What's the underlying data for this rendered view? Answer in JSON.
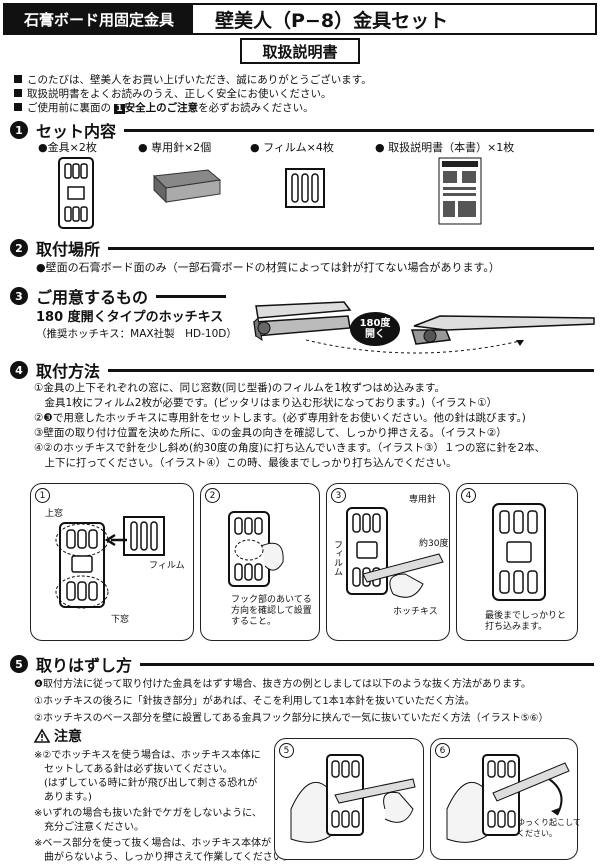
{
  "header": {
    "category": "石膏ボード用固定金具",
    "product": "壁美人（P−8）金具セット",
    "subtitle": "取扱説明書"
  },
  "intro": {
    "line1": "このたびは、壁美人をお買い上げいただき、誠にありがとうございます。",
    "line2": "取扱説明書をよくお読みのうえ、正しく安全にお使いください。",
    "line3_pre": "ご使用前に裏面の",
    "line3_badge": "1",
    "line3_bold": "安全上のご注意",
    "line3_post": "を必ずお読みください。"
  },
  "sections": {
    "s1": {
      "num": "1",
      "title": "セット内容"
    },
    "s2": {
      "num": "2",
      "title": "取付場所"
    },
    "s3": {
      "num": "3",
      "title": "ご用意するもの"
    },
    "s4": {
      "num": "4",
      "title": "取付方法"
    },
    "s5": {
      "num": "5",
      "title": "取りはずし方"
    }
  },
  "set_items": [
    {
      "label": "●金具×2枚"
    },
    {
      "label": "● 専用針×2個"
    },
    {
      "label": "● フィルム×4枚"
    },
    {
      "label": "● 取扱説明書（本書）×1枚"
    }
  ],
  "location_text": "●壁面の石膏ボード面のみ（一部石膏ボードの材質によっては針が打てない場合があります。）",
  "tools": {
    "title": "180 度開くタイプのホッチキス",
    "recommend": "（推奨ホッチキス：MAX社製　HD-10D）",
    "badge_line1": "180度",
    "badge_line2": "開く"
  },
  "install_steps": [
    "①金具の上下それぞれの窓に、同じ窓数(同じ型番)のフィルムを1枚ずつはめ込みます。",
    "　金具1枚にフィルム2枚が必要です。(ピッタリはまり込む形状になっております。)（イラスト①）",
    "②❸で用意したホッチキスに専用針をセットします。(必ず専用針をお使いください。他の針は跳びます。)",
    "③壁面の取り付け位置を決めた所に、①の金具の向きを確認して、しっかり押さえる。（イラスト②）",
    "④②のホッチキスで針を少し斜め(約30度の角度)に打ち込んでいきます。（イラスト③）１つの窓に針を2本、",
    "　上下に打ってください。（イラスト④）この時、最後までしっかり打ち込んでください。"
  ],
  "illustrations": {
    "p1": {
      "num": "1",
      "upper": "上窓",
      "film": "フィルム",
      "lower": "下窓"
    },
    "p2": {
      "num": "2",
      "note1": "フック部のあいてる",
      "note2": "方向を確認して設置",
      "note3": "すること。"
    },
    "p3": {
      "num": "3",
      "staple": "専用針",
      "film": "フィルム",
      "angle": "約30度",
      "stapler": "ホッチキス"
    },
    "p4": {
      "num": "4",
      "note1": "最後までしっかりと",
      "note2": "打ち込みます。"
    },
    "p5": {
      "num": "5"
    },
    "p6": {
      "num": "6",
      "note1": "ゆっくり起こして",
      "note2": "ください。"
    }
  },
  "removal": {
    "intro": "❹取付方法に従って取り付けた金具をはずす場合、抜き方の例としましては以下のような抜く方法があります。",
    "m1": "①ホッチキスの後ろに「針抜き部分」があれば、そこを利用して1本1本針を抜いていただく方法。",
    "m2": "②ホッチキスのベース部分を壁に設置してある金具フック部分に挟んで一気に抜いていただく方法（イラスト⑤⑥）"
  },
  "caution": {
    "title": "注意",
    "lines": [
      "※②でホッチキスを使う場合は、ホッチキス本体に",
      "　セットしてある針は必ず抜いてください。",
      "　(はずしている時に針が飛び出して刺さる恐れが",
      "　あります。)",
      "※いずれの場合も抜いた針でケガをしないように、",
      "　充分ご注意ください。",
      "※ベース部分を使って抜く場合は、ホッチキス本体が",
      "　曲がらないよう、しっかり押さえて作業してください。"
    ]
  }
}
